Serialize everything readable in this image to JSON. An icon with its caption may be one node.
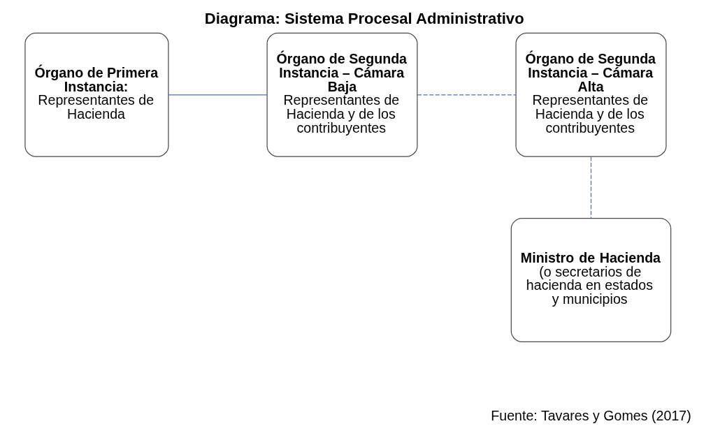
{
  "diagram": {
    "title": "Diagrama: Sistema Procesal Administrativo",
    "caption": "Fuente: Tavares y Gomes (2017)",
    "nodes": [
      {
        "text": [
          "Órgano de Primera Instancia:",
          "Representantes de Hacienda"
        ]
      },
      {
        "text": [
          "Órgano de Segunda Instancia – Cámara Baja",
          "Representantes de Hacienda y de los contribuyentes"
        ]
      },
      {
        "text": [
          "Órgano de Segunda Instancia – Cámara Alta",
          "Representantes de Hacienda y de los contribuyentes"
        ]
      },
      {
        "text": [
          "**Ministro de Hacienda** (o secretarios de hacienda en estados y municipios"
        ]
      }
    ],
    "edges": [
      {
        "from": 0,
        "to": 1,
        "arrow": "none"
      },
      {
        "from": 1,
        "to": 2,
        "arrow": "none",
        "style": "dashed"
      },
      {
        "from": 2,
        "to": 3,
        "arrow": "none",
        "style": "dashed"
      }
    ]
  }
}
